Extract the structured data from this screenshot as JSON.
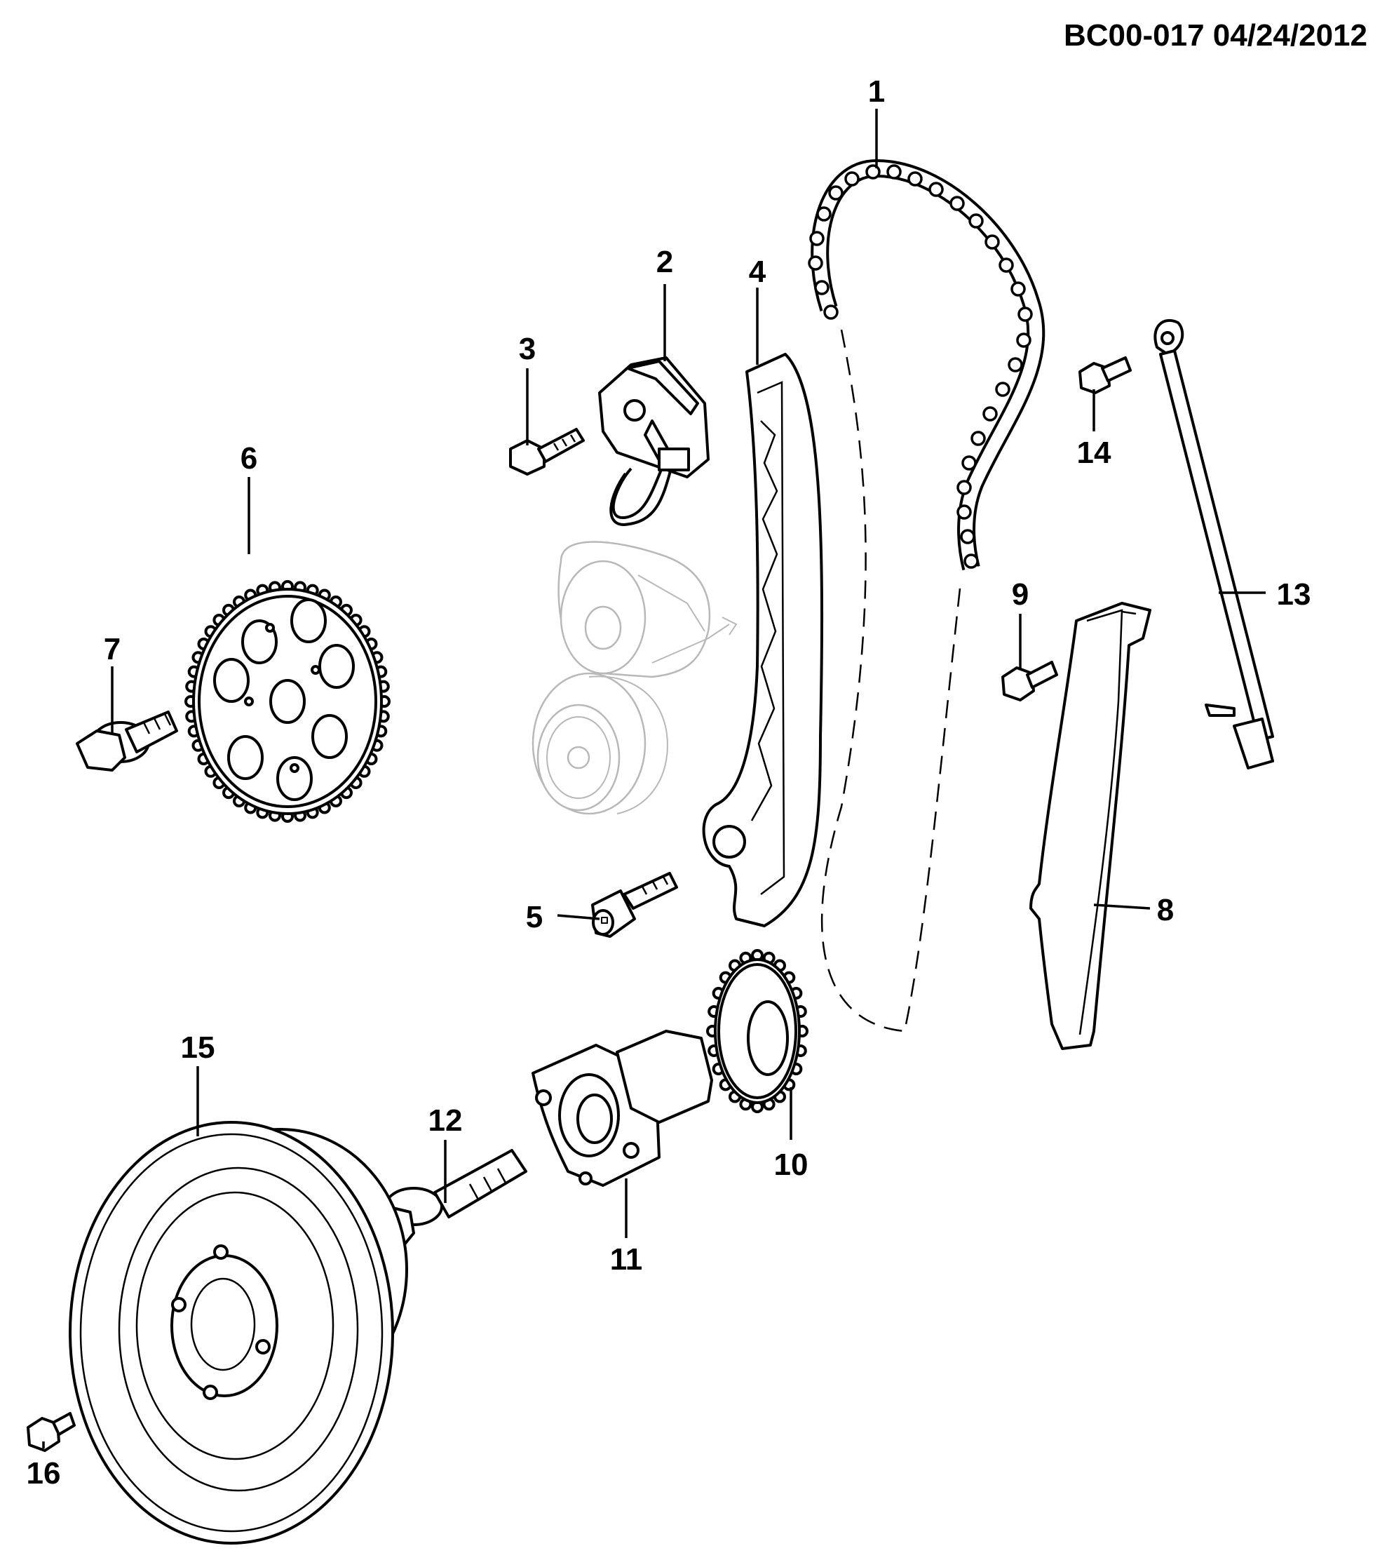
{
  "header": {
    "code": "BC00-017  04/24/2012"
  },
  "callouts": [
    {
      "id": "1",
      "label": "1"
    },
    {
      "id": "2",
      "label": "2"
    },
    {
      "id": "3",
      "label": "3"
    },
    {
      "id": "4",
      "label": "4"
    },
    {
      "id": "5",
      "label": "5"
    },
    {
      "id": "6",
      "label": "6"
    },
    {
      "id": "7",
      "label": "7"
    },
    {
      "id": "8",
      "label": "8"
    },
    {
      "id": "9",
      "label": "9"
    },
    {
      "id": "10",
      "label": "10"
    },
    {
      "id": "11",
      "label": "11"
    },
    {
      "id": "12",
      "label": "12"
    },
    {
      "id": "13",
      "label": "13"
    },
    {
      "id": "14",
      "label": "14"
    },
    {
      "id": "15",
      "label": "15"
    },
    {
      "id": "16",
      "label": "16"
    }
  ]
}
